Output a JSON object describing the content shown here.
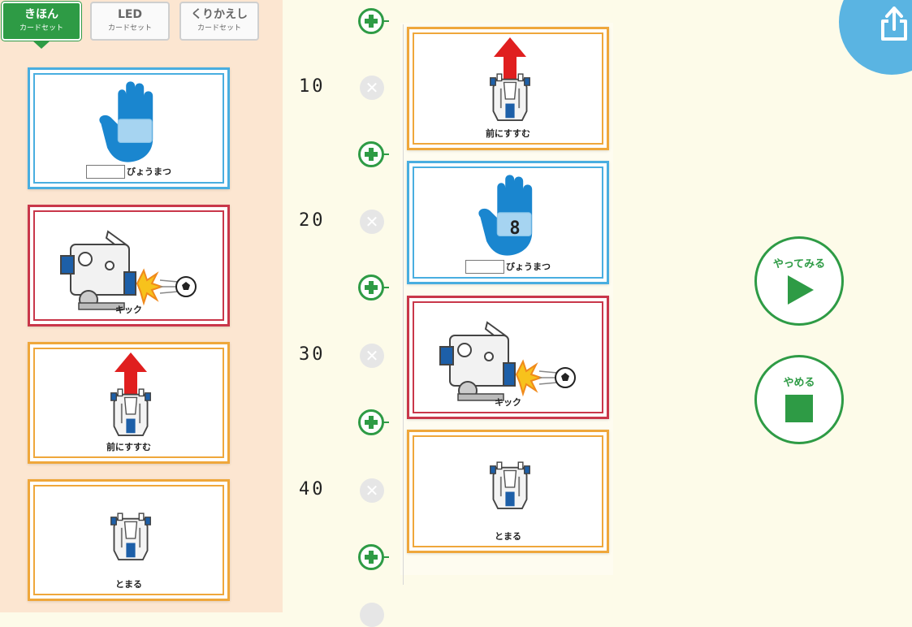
{
  "tabs": [
    {
      "title": "きほん",
      "subtitle": "カードセット",
      "active": true
    },
    {
      "title": "LED",
      "subtitle": "カードセット",
      "active": false
    },
    {
      "title": "くりかえし",
      "subtitle": "カードセット",
      "active": false
    }
  ],
  "palette_cards": [
    {
      "type": "wait",
      "label": "びょうまつ",
      "color": "#49aee0"
    },
    {
      "type": "kick",
      "label": "キック",
      "color": "#c9374a"
    },
    {
      "type": "forward",
      "label": "前にすすむ",
      "color": "#efa73b"
    },
    {
      "type": "stop",
      "label": "とまる",
      "color": "#efa73b"
    }
  ],
  "program": [
    {
      "line": "10",
      "type": "forward",
      "label": "前にすすむ"
    },
    {
      "line": "20",
      "type": "wait",
      "label": "びょうまつ",
      "value": "8"
    },
    {
      "line": "30",
      "type": "kick",
      "label": "キック"
    },
    {
      "line": "40",
      "type": "stop",
      "label": "とまる"
    }
  ],
  "controls": {
    "run_label": "やってみる",
    "stop_label": "やめる"
  },
  "colors": {
    "green": "#2e9b45",
    "blue": "#49aee0",
    "red": "#c9374a",
    "orange": "#efa73b",
    "palette_bg": "#fce6d1",
    "workspace_bg": "#fdfbe9"
  },
  "icons": {
    "share": "share-icon",
    "add": "plus-icon",
    "delete": "close-icon",
    "play": "play-icon",
    "stop": "stop-square-icon"
  }
}
